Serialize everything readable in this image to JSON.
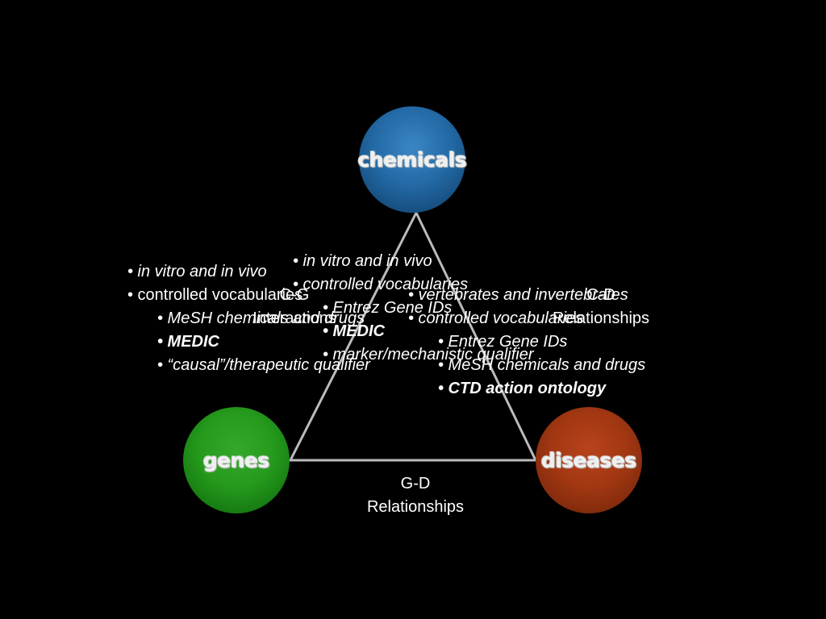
{
  "nodes": {
    "chemicals": "chemicals",
    "genes": "genes",
    "diseases": "diseases"
  },
  "relationships": {
    "cg": [
      "C-G",
      "Interactions"
    ],
    "cd": [
      "C-D",
      "Relationships"
    ],
    "gd": [
      "G-D",
      "Relationships"
    ]
  },
  "cg_left_list": [
    "• in vitro and in vivo",
    "• controlled vocabularies",
    "• MeSH chemicals and drugs",
    "• MEDIC",
    "• “causal”/therapeutic qualifier"
  ],
  "cg_center_list": [
    "• in vitro and in vivo",
    "• controlled vocabularies",
    "• Entrez Gene IDs",
    "• MEDIC",
    "• marker/mechanistic qualifier"
  ],
  "cd_list": [
    "• vertebrates and invertebrates",
    "• controlled vocabularies",
    "• Entrez Gene IDs",
    "• MeSH chemicals and drugs",
    "• CTD action ontology"
  ],
  "colors": {
    "background": "#000000",
    "chemicals": "#236aa6",
    "genes": "#259a1c",
    "diseases": "#a23712",
    "triangle": "#bbbbbb"
  }
}
